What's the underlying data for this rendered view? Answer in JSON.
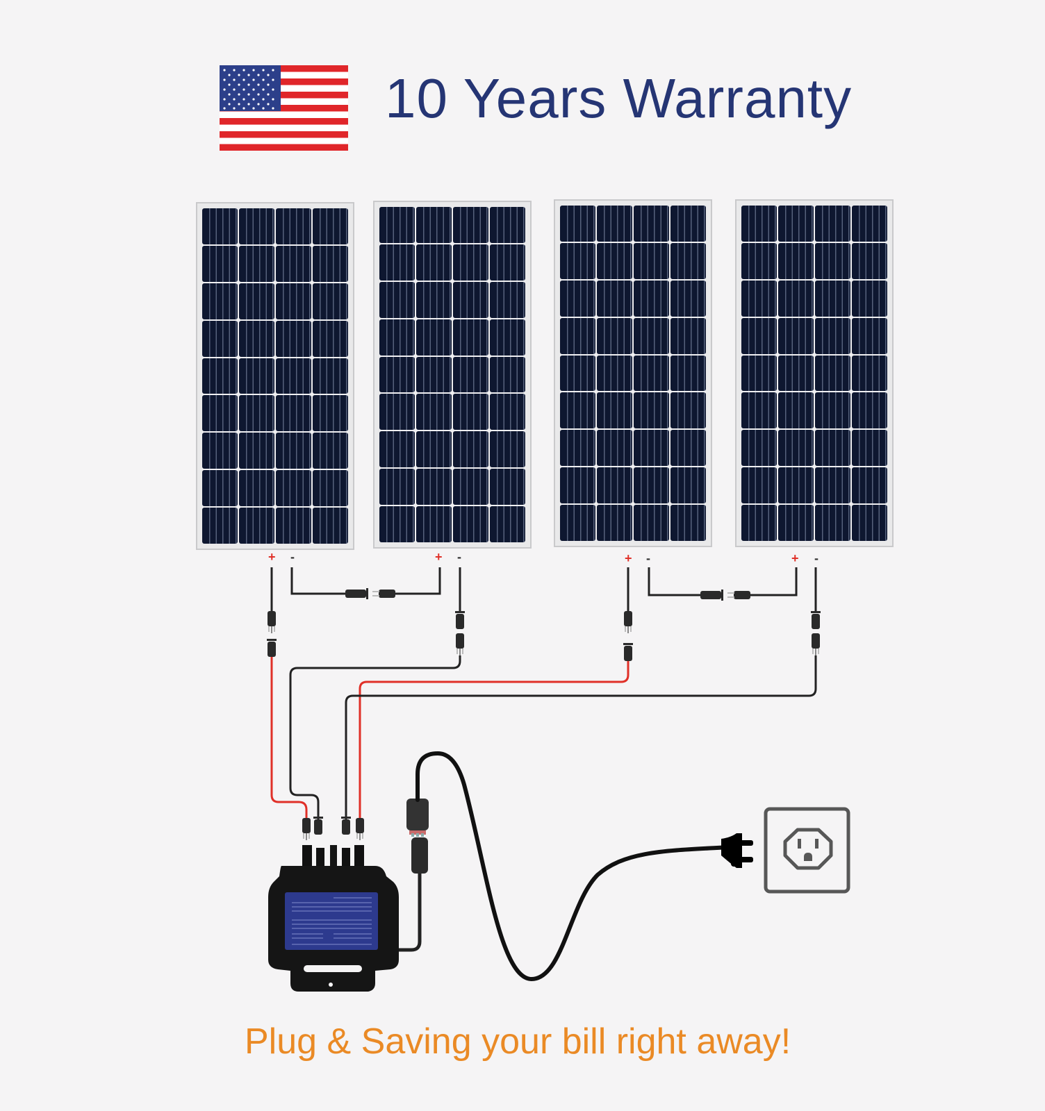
{
  "header": {
    "flag_icon": "us-flag-icon",
    "title": "10 Years Warranty",
    "title_color": "#253574"
  },
  "panels": [
    {
      "id": 1,
      "plus_label": "+",
      "minus_label": "-"
    },
    {
      "id": 2,
      "plus_label": "+",
      "minus_label": "-"
    },
    {
      "id": 3,
      "plus_label": "+",
      "minus_label": "-"
    },
    {
      "id": 4,
      "plus_label": "+",
      "minus_label": "-"
    }
  ],
  "components": {
    "microinverter": "microinverter-icon",
    "ac_cable": "ac-cable",
    "plug": "plug-icon",
    "outlet": "wall-outlet-icon"
  },
  "colors": {
    "background": "#f5f4f5",
    "positive_wire": "#e03028",
    "negative_wire": "#222222",
    "panel_cell": "#0e1730",
    "tagline": "#ea8a25"
  },
  "footer": {
    "tagline": "Plug & Saving your bill right away!"
  }
}
